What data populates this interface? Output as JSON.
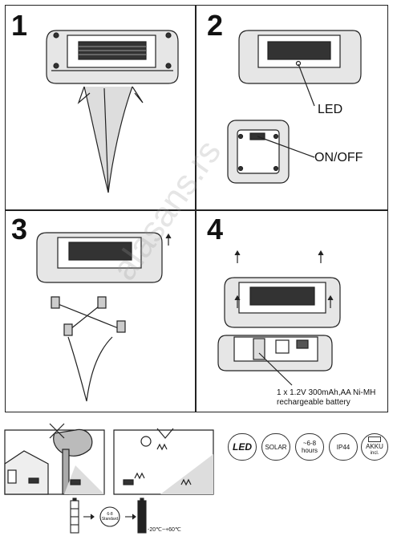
{
  "steps": [
    "1",
    "2",
    "3",
    "4"
  ],
  "callouts": {
    "led": "LED",
    "onoff": "ON/OFF"
  },
  "battery_note": {
    "line1": "1 x 1.2V 300mAh,AA Ni-MH",
    "line2": "rechargeable battery"
  },
  "watermark": "alasans.rs",
  "badges": {
    "led": "LED",
    "solar": "SOLAR",
    "hours_top": "~6-8",
    "hours_bottom": "hours",
    "ip": "IP44",
    "akku_top": "AKKU",
    "akku_bottom": "incl."
  },
  "charge": {
    "sun_top": "6-8",
    "sun_bottom": "Standard",
    "temp_range": "-20℃~+60℃"
  },
  "icons": [
    "battery-icon",
    "sun-icon",
    "grass-icon",
    "tree-icon",
    "house-icon",
    "arrow-up-icon",
    "screw-icon"
  ]
}
